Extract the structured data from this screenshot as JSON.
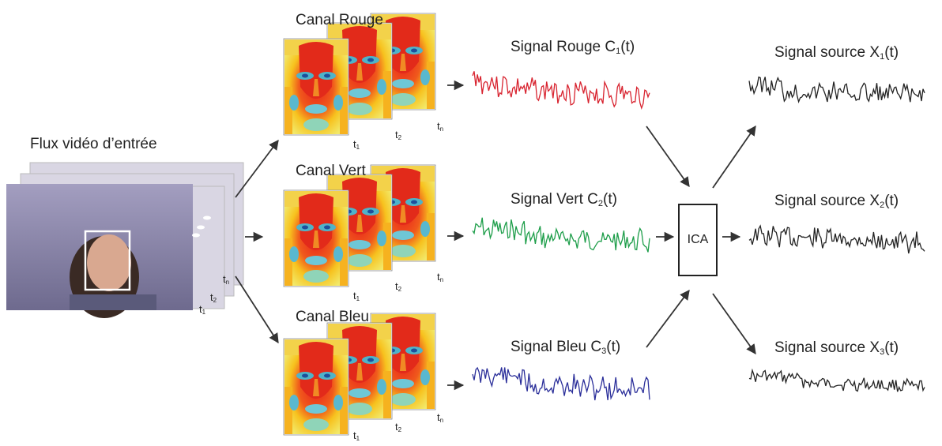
{
  "input_label": "Flux vidéo d’entrée",
  "channels": [
    {
      "label": "Canal Rouge"
    },
    {
      "label": "Canal Vert"
    },
    {
      "label": "Canal Bleu"
    }
  ],
  "frame_ticks": {
    "t": "t",
    "sub1": "1",
    "sub2": "2",
    "subn": "n"
  },
  "signals": [
    {
      "prefix": "Signal Rouge C",
      "sub": "1",
      "suffix": "(t)",
      "color": "#d8232f"
    },
    {
      "prefix": "Signal Vert C",
      "sub": "2",
      "suffix": "(t)",
      "color": "#1e9e4a"
    },
    {
      "prefix": "Signal Bleu C",
      "sub": "3",
      "suffix": "(t)",
      "color": "#2b2f9a"
    }
  ],
  "ica_label": "ICA",
  "sources": [
    {
      "prefix": "Signal source X",
      "sub": "1",
      "suffix": "(t)",
      "color": "#222222"
    },
    {
      "prefix": "Signal source X",
      "sub": "2",
      "suffix": "(t)",
      "color": "#222222"
    },
    {
      "prefix": "Signal source X",
      "sub": "3",
      "suffix": "(t)",
      "color": "#222222"
    }
  ],
  "colors": {
    "arrow": "#333333",
    "face_box": "#ffffff",
    "video_bg": "#8c86a8"
  }
}
